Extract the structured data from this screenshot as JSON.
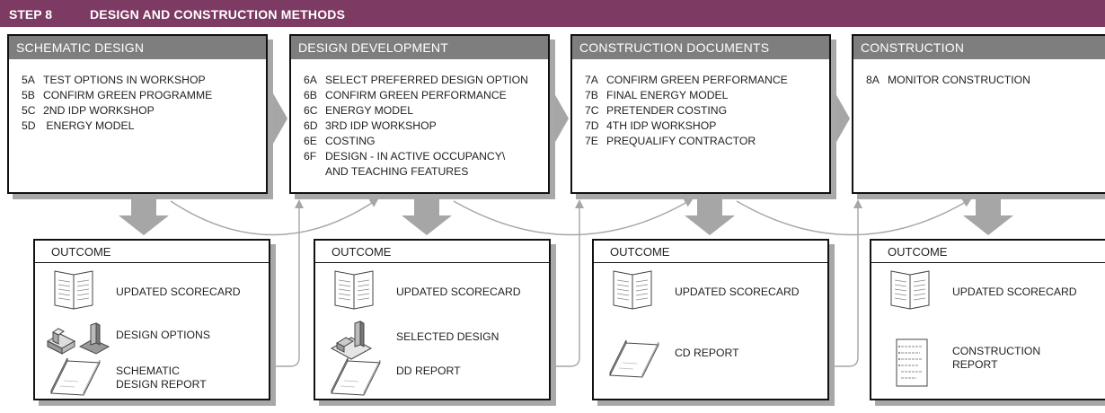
{
  "banner": {
    "step": "STEP 8",
    "title": "DESIGN AND CONSTRUCTION METHODS"
  },
  "colors": {
    "banner": "#7d3a62",
    "phase_header": "#7e7e7e",
    "arrow": "#a6a6a6",
    "shadow": "#a8a8a8"
  },
  "phases": [
    {
      "title": "SCHEMATIC DESIGN",
      "items": [
        {
          "code": "5A",
          "text": "TEST OPTIONS IN WORKSHOP"
        },
        {
          "code": "5B",
          "text": "CONFIRM GREEN PROGRAMME"
        },
        {
          "code": "5C",
          "text": "2ND IDP WORKSHOP"
        },
        {
          "code": "5D",
          "text": " ENERGY MODEL"
        }
      ]
    },
    {
      "title": "DESIGN DEVELOPMENT",
      "items": [
        {
          "code": "6A",
          "text": "SELECT PREFERRED DESIGN OPTION"
        },
        {
          "code": "6B",
          "text": "CONFIRM GREEN PERFORMANCE"
        },
        {
          "code": "6C",
          "text": "ENERGY MODEL"
        },
        {
          "code": "6D",
          "text": "3RD IDP WORKSHOP"
        },
        {
          "code": "6E",
          "text": "COSTING"
        },
        {
          "code": "6F",
          "text": "DESIGN - IN ACTIVE OCCUPANCY\\"
        },
        {
          "code": "",
          "text": "AND TEACHING FEATURES"
        }
      ]
    },
    {
      "title": "CONSTRUCTION DOCUMENTS",
      "items": [
        {
          "code": "7A",
          "text": "CONFIRM GREEN PERFORMANCE"
        },
        {
          "code": "7B",
          "text": "FINAL ENERGY MODEL"
        },
        {
          "code": "7C",
          "text": "PRETENDER COSTING"
        },
        {
          "code": "7D",
          "text": "4TH IDP WORKSHOP"
        },
        {
          "code": "7E",
          "text": "PREQUALIFY CONTRACTOR"
        }
      ]
    },
    {
      "title": "CONSTRUCTION",
      "items": [
        {
          "code": "8A",
          "text": "MONITOR CONSTRUCTION"
        }
      ]
    }
  ],
  "outcome_title": "OUTCOME",
  "outcomes": [
    {
      "items": [
        {
          "icon": "scorecard-icon",
          "label": "UPDATED SCORECARD"
        },
        {
          "icon": "design-options-icon",
          "label": "DESIGN OPTIONS"
        },
        {
          "icon": "report-icon",
          "label": "SCHEMATIC\nDESIGN REPORT"
        }
      ]
    },
    {
      "items": [
        {
          "icon": "scorecard-icon",
          "label": "UPDATED SCORECARD"
        },
        {
          "icon": "selected-design-icon",
          "label": "SELECTED DESIGN"
        },
        {
          "icon": "report-icon",
          "label": "DD REPORT"
        }
      ]
    },
    {
      "items": [
        {
          "icon": "scorecard-icon",
          "label": "UPDATED SCORECARD"
        },
        {
          "icon": "report-icon",
          "label": "CD REPORT"
        }
      ]
    },
    {
      "items": [
        {
          "icon": "scorecard-icon",
          "label": "UPDATED SCORECARD"
        },
        {
          "icon": "construction-report-icon",
          "label": "CONSTRUCTION\nREPORT"
        }
      ]
    }
  ]
}
